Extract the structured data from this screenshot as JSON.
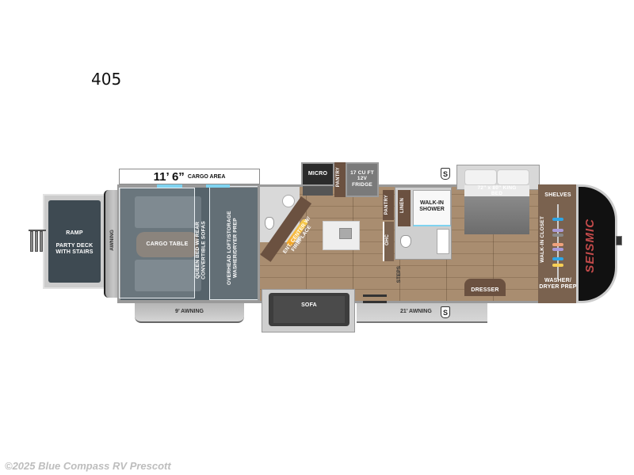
{
  "model": "405",
  "brand": "SEISMIC",
  "footer": "©2025 Blue Compass RV Prescott",
  "cargo": {
    "dimension": "11’ 6”",
    "label": "CARGO AREA",
    "table": "CARGO TABLE",
    "bed": "QUEEN BED W/ REAR CONVERTIBLE SOFAS",
    "loft": "OVERHEAD LOFT/STORAGE WASHER/DRYER PREP"
  },
  "rear": {
    "ramp": "RAMP",
    "deck": "PARTY DECK WITH STAIRS",
    "awning": "AWNING",
    "side_awning": "9’ AWNING"
  },
  "kitchen": {
    "micro": "MICRO",
    "pantry": "PANTRY",
    "fridge": "17 CU FT 12V FRIDGE",
    "ent_center": "ENT. CENTER W/ FIREPLACE",
    "sofa": "SOFA",
    "pantry2": "PANTRY",
    "ohc": "OHC",
    "steps": "STEPS",
    "main_awning": "21’ AWNING"
  },
  "bath": {
    "linen": "LINEN",
    "shower": "WALK-IN SHOWER"
  },
  "bedroom": {
    "bed": "72” x 80” KING BED",
    "dresser": "DRESSER",
    "shelves": "SHELVES",
    "closet": "WALK-IN CLOSET",
    "washer": "WASHER/ DRYER PREP"
  },
  "slide_marker": "S",
  "colors": {
    "dark_panel": "#3e4a52",
    "wood": "#a68a6d",
    "wall": "#9a9a9a",
    "cabinet": "#6b5140",
    "accent_light": "#7fd3f0"
  }
}
